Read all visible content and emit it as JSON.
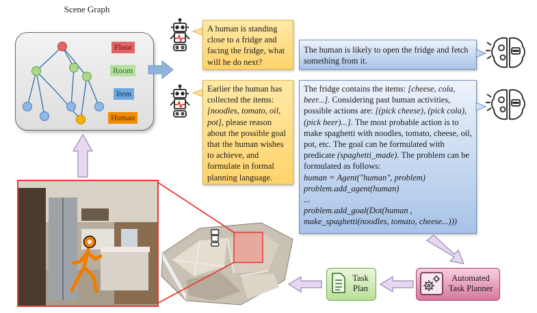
{
  "scene_graph": {
    "title": "Scene Graph",
    "legend": [
      {
        "label": "Floor",
        "color": "#e06666",
        "text_color": "#c00000"
      },
      {
        "label": "Room",
        "color": "#a8d88a",
        "text_color": "#2e7d32"
      },
      {
        "label": "Item",
        "color": "#6fa8dc",
        "text_color": "#1f4e99"
      },
      {
        "label": "Human",
        "color": "#f6a300",
        "text_color": "#7a3d00"
      }
    ]
  },
  "dialog": {
    "question": "A human is standing close to a fridge and facing the fridge, what will he do next?",
    "answer": "The human is likely to open the fridge and fetch something from it.",
    "prompt_intro": "Earlier the human has collected the items: ",
    "prompt_items": "[noodles, tomato, oil, pot]",
    "prompt_rest": ", please reason about the possible goal that the human wishes to achieve, and formulate in formal planning language.",
    "reason_1": "The fridge contains the items: ",
    "reason_items": "[cheese, cola, beer...]",
    "reason_2": ". Considering past human activities, possible actions are: ",
    "reason_actions": "[(pick cheese), (pick cola), (pick beer)...]",
    "reason_3": ". The most probable action is to make spaghetti with noodles, tomato, cheese, oil, pot, etc. The goal can be formulated with predicate ",
    "reason_pred": "(spaghetti_made)",
    "reason_4": ". The problem can be formulated as follows:",
    "code_1": "human = Agent(\"human\", problem)",
    "code_2": "problem.add_agent(human)",
    "code_3": "...",
    "code_4": "problem.add_goal(Dot(human ,",
    "code_5": "make_spaghetti(noodles, tomato, cheese...)))"
  },
  "pipeline": {
    "task_plan": "Task\nPlan",
    "task_plan_l1": "Task",
    "task_plan_l2": "Plan",
    "planner_l1": "Automated",
    "planner_l2": "Task Planner"
  },
  "icons": [
    "robot-icon",
    "brain-gear-icon",
    "document-icon",
    "gear-icon",
    "walking-human-icon"
  ],
  "colors": {
    "arrow_blue": "#8fb3dc",
    "arrow_purple": "#d9c6e8",
    "highlight_red": "#e53935",
    "human_orange": "#f07c00"
  }
}
